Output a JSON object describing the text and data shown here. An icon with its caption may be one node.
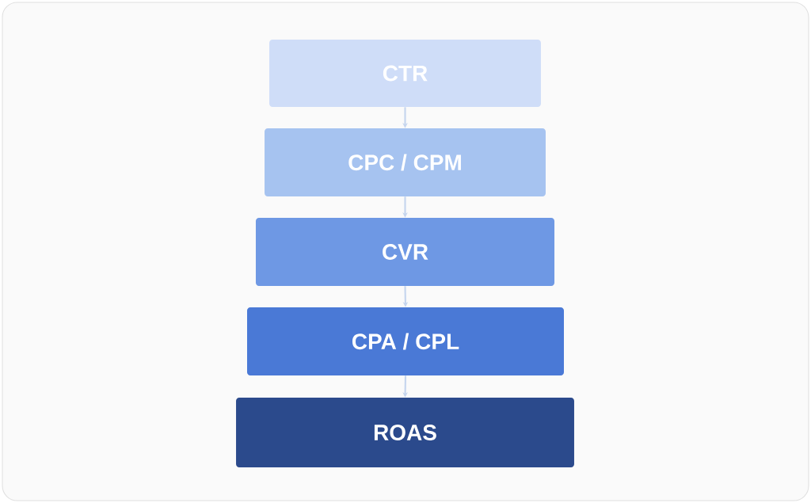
{
  "diagram": {
    "nodes": [
      {
        "text": [
          "CTR"
        ]
      },
      {
        "text": [
          "CPC / CPM"
        ]
      },
      {
        "text": [
          "CVR"
        ]
      },
      {
        "text": [
          "CPA / CPL"
        ]
      },
      {
        "text": [
          "ROAS"
        ]
      }
    ],
    "edges": [
      {
        "from": 0,
        "to": 1,
        "arrow": "to"
      },
      {
        "from": 1,
        "to": 2,
        "arrow": "to"
      },
      {
        "from": 2,
        "to": 3,
        "arrow": "to"
      },
      {
        "from": 3,
        "to": 4,
        "arrow": "to"
      }
    ]
  }
}
